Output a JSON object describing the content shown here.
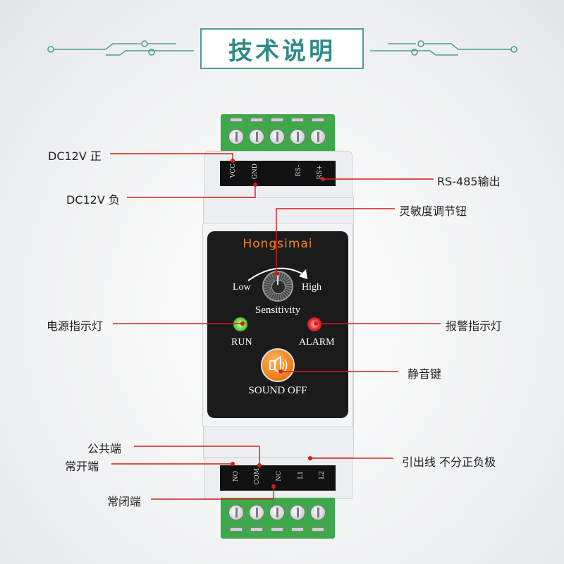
{
  "title": "技术说明",
  "device": {
    "brand": "Hongsimai",
    "knob_low": "Low",
    "knob_high": "High",
    "knob_label": "Sensitivity",
    "run_label": "RUN",
    "alarm_label": "ALARM",
    "sound_off_label": "SOUND OFF",
    "top_terminals": [
      "VCC",
      "GND",
      "RS-",
      "RS+"
    ],
    "bottom_terminals": [
      "NO",
      "COM",
      "NC",
      "L1",
      "L2"
    ]
  },
  "callouts": {
    "dc12v_pos": "DC12V 正",
    "dc12v_neg": "DC12V 负",
    "rs485": "RS-485输出",
    "sensitivity_knob": "灵敏度调节钮",
    "power_led": "电源指示灯",
    "alarm_led": "报警指示灯",
    "mute_key": "静音键",
    "common": "公共端",
    "normally_open": "常开端",
    "normally_closed": "常闭端",
    "lead_wire": "引出线 不分正负极"
  },
  "colors": {
    "accent": "#2e8a84",
    "terminal_green": "#3fa84a",
    "callout_line": "#d61c1c",
    "brand_orange": "#f08a1e",
    "run_led": "#5fcf3a",
    "alarm_led": "#e82424"
  }
}
